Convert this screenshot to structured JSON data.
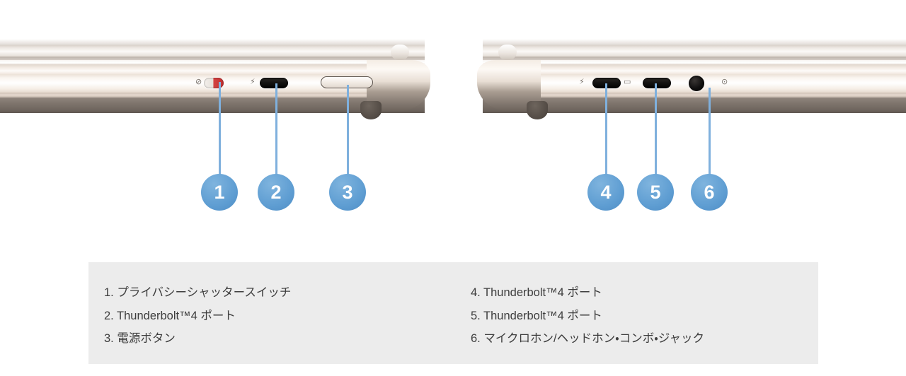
{
  "product": {
    "view_left_label": "left-side-view",
    "view_right_label": "right-side-view"
  },
  "callouts": [
    {
      "number": "1",
      "target": "privacy-shutter-switch"
    },
    {
      "number": "2",
      "target": "thunderbolt-port"
    },
    {
      "number": "3",
      "target": "power-button"
    },
    {
      "number": "4",
      "target": "thunderbolt-port"
    },
    {
      "number": "5",
      "target": "thunderbolt-port"
    },
    {
      "number": "6",
      "target": "headphone-jack"
    }
  ],
  "port_glyphs": {
    "camera_off": "⊘",
    "thunderbolt": "⚡",
    "display": "▭",
    "headphone": "⊙"
  },
  "legend": {
    "left_column": [
      "1. プライバシーシャッタースイッチ",
      "2. Thunderbolt™4 ポート",
      "3. 電源ボタン"
    ],
    "right_column": [
      "4. Thunderbolt™4 ポート",
      "5. Thunderbolt™4 ポート",
      "6. マイクロホン/ヘッドホン・コンボ・ジャック"
    ]
  },
  "colors": {
    "callout_blue": "#5e9dd2",
    "leader_blue": "#7fb0dd",
    "panel_background": "#ececec",
    "text": "#3d3d3d",
    "page_background": "#ffffff"
  }
}
